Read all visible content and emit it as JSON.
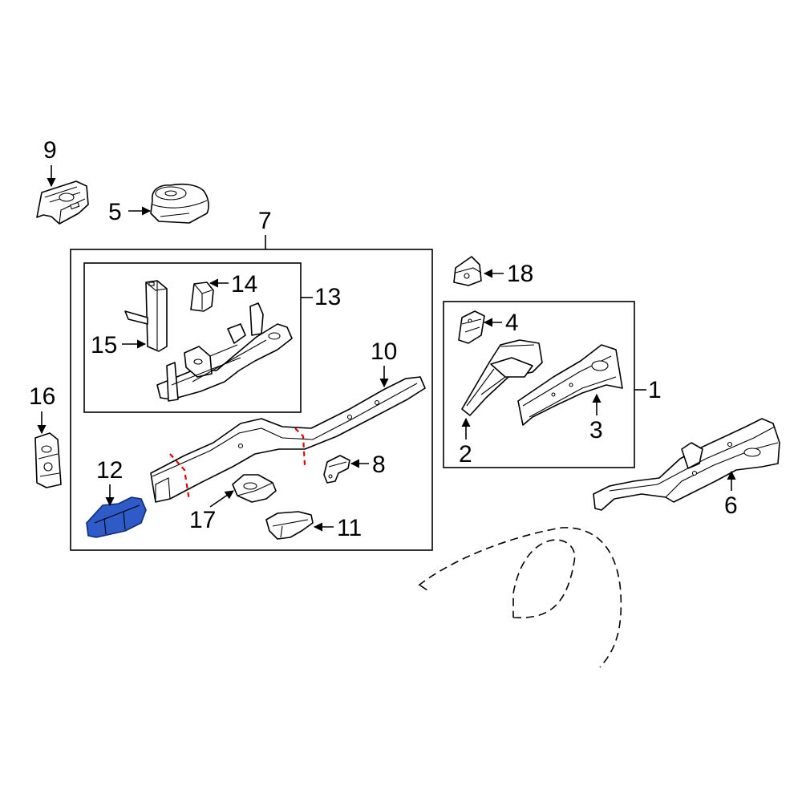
{
  "colors": {
    "line": "#000000",
    "highlight_part": "#2f5bc8",
    "cut_line": "#e00000",
    "background": "#ffffff"
  },
  "callouts": {
    "c1": "1",
    "c2": "2",
    "c3": "3",
    "c4": "4",
    "c5": "5",
    "c6": "6",
    "c7": "7",
    "c8": "8",
    "c9": "9",
    "c10": "10",
    "c11": "11",
    "c12": "12",
    "c13": "13",
    "c14": "14",
    "c15": "15",
    "c16": "16",
    "c17": "17",
    "c18": "18"
  },
  "highlighted_part": "12"
}
